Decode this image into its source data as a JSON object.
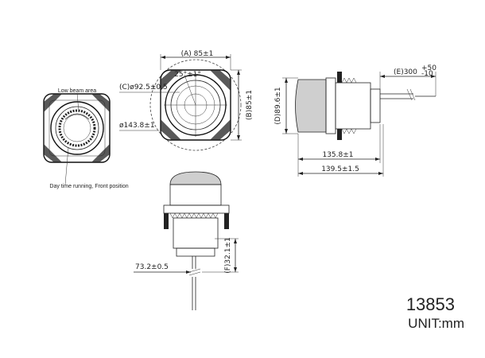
{
  "labels": {
    "low_beam_area": "Low beam area",
    "daytime_running": "Day time running, Front position"
  },
  "dimensions": {
    "A": "(A) 85±1",
    "angle": "25°±1°",
    "C": "(C)ø92.5±0.5",
    "diameter_outer": "ø143.8±1",
    "B": "(B)85±1",
    "E": "(E)300",
    "E_tol_upper": "+50",
    "E_tol_lower": "-10",
    "D": "(D)89.6±1",
    "length_135": "135.8±1",
    "length_139": "139.5±1.5",
    "F": "(F)32.1±1",
    "width_73": "73.2±0.5"
  },
  "part_number": "13853",
  "unit": "UNIT:mm"
}
